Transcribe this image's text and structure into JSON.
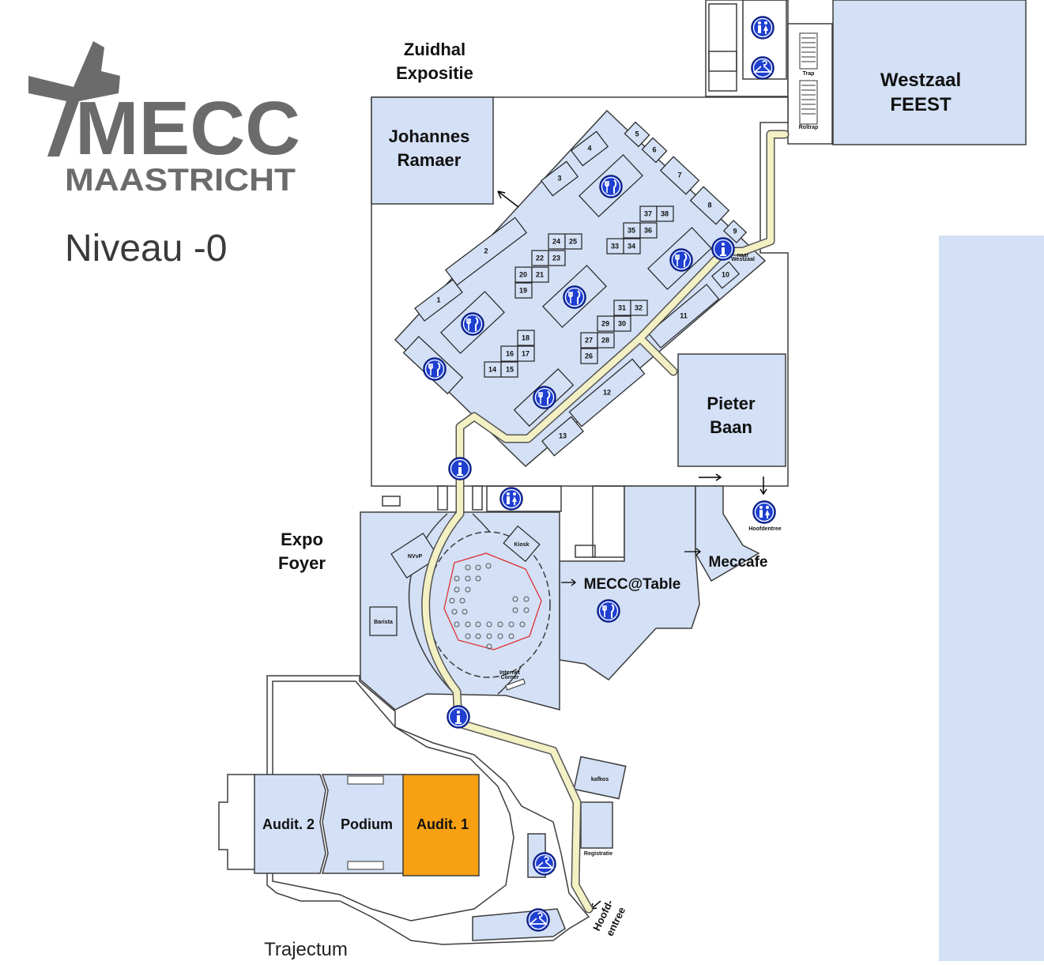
{
  "logo": {
    "brand": "MECC",
    "city": "MAASTRICHT"
  },
  "level_title": "Niveau -0",
  "areas": {
    "zuidhal": [
      "Zuidhal",
      "Expositie"
    ],
    "johannes": [
      "Johannes",
      "Ramaer"
    ],
    "westzaal": [
      "Westzaal",
      "FEEST"
    ],
    "pieter": [
      "Pieter",
      "Baan"
    ],
    "expo_foyer": [
      "Expo",
      "Foyer"
    ],
    "mecc_table": "MECC@Table",
    "meccafe": "Meccafe",
    "audit2": "Audit. 2",
    "podium": "Podium",
    "audit1": "Audit. 1",
    "trajectum": "Trajectum",
    "hoofdentree_entrance": [
      "Hoofd-",
      "entree"
    ]
  },
  "small_labels": {
    "nvvp": "NVvP",
    "kiosk": "Kiosk",
    "barista": "Barista",
    "internet_corner": [
      "Internet",
      "Corner"
    ],
    "hoofdentree": "Hoofdentree",
    "trap": "Trap",
    "roltrap": "Roltrap",
    "naar_westzaal": [
      "naar",
      "Westzaal"
    ],
    "garderobe": "kafkos",
    "registratie": "Registratie"
  },
  "booths": [
    "1",
    "2",
    "3",
    "4",
    "5",
    "6",
    "7",
    "8",
    "9",
    "10",
    "11",
    "12",
    "13",
    "14",
    "15",
    "16",
    "17",
    "18",
    "19",
    "20",
    "21",
    "22",
    "23",
    "24",
    "25",
    "26",
    "27",
    "28",
    "29",
    "30",
    "31",
    "32",
    "33",
    "34",
    "35",
    "36",
    "37",
    "38"
  ],
  "icons": [
    "restaurant-icon",
    "info-icon",
    "restroom-icon",
    "cloakroom-icon"
  ],
  "colors": {
    "room": "#d3e0f5",
    "highlight": "#f7a012",
    "route": "#f3f0c4",
    "icon": "#1f3fd1",
    "logo": "#6b6b6b"
  }
}
